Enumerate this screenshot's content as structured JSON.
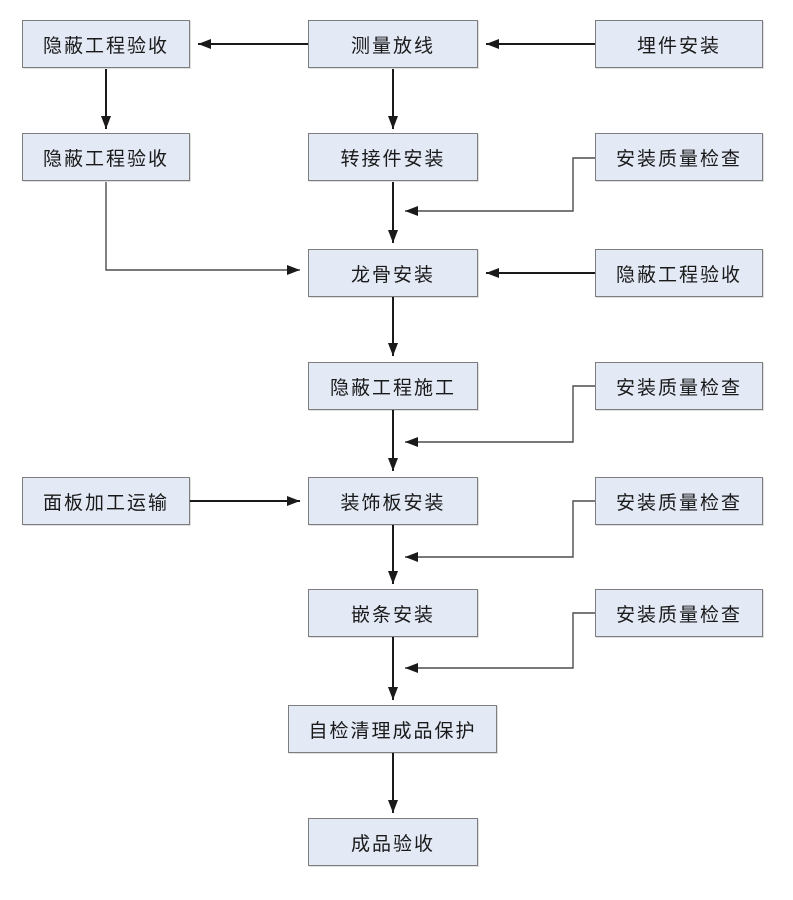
{
  "diagram": {
    "colors": {
      "background": "#ffffff",
      "node_fill": "#e3e9f5",
      "node_border": "#7d7d7d",
      "line": "#1a1a1a",
      "elbow_line": "#4d4d4d",
      "text": "#1a1a1a"
    },
    "nodes": [
      {
        "id": "hidden-work-acceptance-1",
        "label": "隐蔽工程验收"
      },
      {
        "id": "survey-layout",
        "label": "测量放线"
      },
      {
        "id": "embed-part-install",
        "label": "埋件安装"
      },
      {
        "id": "hidden-work-acceptance-2",
        "label": "隐蔽工程验收"
      },
      {
        "id": "adapter-install",
        "label": "转接件安装"
      },
      {
        "id": "install-quality-check-1",
        "label": "安装质量检查"
      },
      {
        "id": "keel-install",
        "label": "龙骨安装"
      },
      {
        "id": "hidden-work-acceptance-3",
        "label": "隐蔽工程验收"
      },
      {
        "id": "hidden-work-construction",
        "label": "隐蔽工程施工"
      },
      {
        "id": "install-quality-check-2",
        "label": "安装质量检查"
      },
      {
        "id": "panel-processing-transport",
        "label": "面板加工运输"
      },
      {
        "id": "decorative-panel-install",
        "label": "装饰板安装"
      },
      {
        "id": "install-quality-check-3",
        "label": "安装质量检查"
      },
      {
        "id": "trim-strip-install",
        "label": "嵌条安装"
      },
      {
        "id": "install-quality-check-4",
        "label": "安装质量检查"
      },
      {
        "id": "self-check-cleanup-protection",
        "label": "自检清理成品保护"
      },
      {
        "id": "finished-product-acceptance",
        "label": "成品验收"
      }
    ],
    "edges": [
      {
        "from": "embed-part-install",
        "to": "survey-layout"
      },
      {
        "from": "survey-layout",
        "to": "hidden-work-acceptance-1"
      },
      {
        "from": "hidden-work-acceptance-1",
        "to": "hidden-work-acceptance-2"
      },
      {
        "from": "survey-layout",
        "to": "adapter-install"
      },
      {
        "from": "adapter-install",
        "to": "keel-install"
      },
      {
        "from": "install-quality-check-1",
        "to": "adapter-install-to-keel-install-line"
      },
      {
        "from": "hidden-work-acceptance-2",
        "to": "keel-install"
      },
      {
        "from": "hidden-work-acceptance-3",
        "to": "keel-install"
      },
      {
        "from": "keel-install",
        "to": "hidden-work-construction"
      },
      {
        "from": "install-quality-check-2",
        "to": "hidden-work-construction-to-decorative-panel-install-line"
      },
      {
        "from": "hidden-work-construction",
        "to": "decorative-panel-install"
      },
      {
        "from": "panel-processing-transport",
        "to": "decorative-panel-install"
      },
      {
        "from": "install-quality-check-3",
        "to": "decorative-panel-install-to-trim-strip-install-line"
      },
      {
        "from": "decorative-panel-install",
        "to": "trim-strip-install"
      },
      {
        "from": "install-quality-check-4",
        "to": "trim-strip-install-to-self-check-line"
      },
      {
        "from": "trim-strip-install",
        "to": "self-check-cleanup-protection"
      },
      {
        "from": "self-check-cleanup-protection",
        "to": "finished-product-acceptance"
      }
    ]
  }
}
